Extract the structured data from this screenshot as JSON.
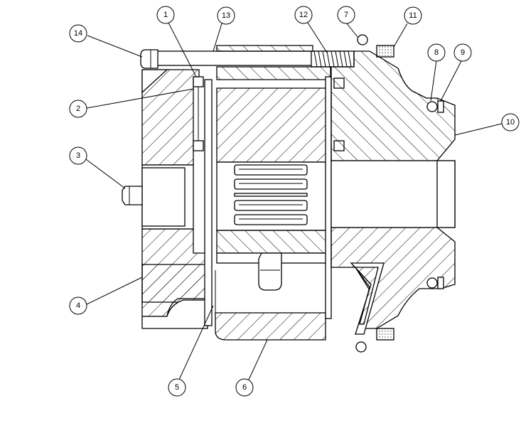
{
  "callouts": [
    {
      "id": "c1",
      "label": "1"
    },
    {
      "id": "c2",
      "label": "2"
    },
    {
      "id": "c3",
      "label": "3"
    },
    {
      "id": "c4",
      "label": "4"
    },
    {
      "id": "c5",
      "label": "5"
    },
    {
      "id": "c6",
      "label": "6"
    },
    {
      "id": "c7",
      "label": "7"
    },
    {
      "id": "c8",
      "label": "8"
    },
    {
      "id": "c9",
      "label": "9"
    },
    {
      "id": "c10",
      "label": "10"
    },
    {
      "id": "c11",
      "label": "11"
    },
    {
      "id": "c12",
      "label": "12"
    },
    {
      "id": "c13",
      "label": "13"
    },
    {
      "id": "c14",
      "label": "14"
    }
  ],
  "colors": {
    "line": "#000000",
    "background": "#ffffff"
  }
}
